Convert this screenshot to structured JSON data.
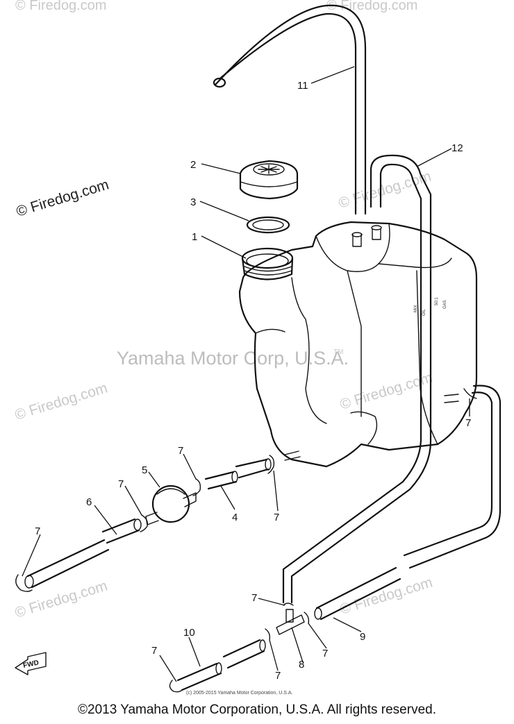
{
  "watermarks": {
    "firedog": "© Firedog.com",
    "center": "Yamaha Motor Corp, U.S.A.",
    "tm": "TM"
  },
  "diagram": {
    "parts": [
      {
        "id": "1",
        "label": "1"
      },
      {
        "id": "2",
        "label": "2"
      },
      {
        "id": "3",
        "label": "3"
      },
      {
        "id": "4",
        "label": "4"
      },
      {
        "id": "5",
        "label": "5"
      },
      {
        "id": "6",
        "label": "6"
      },
      {
        "id": "7",
        "label": "7"
      },
      {
        "id": "8",
        "label": "8"
      },
      {
        "id": "9",
        "label": "9"
      },
      {
        "id": "10",
        "label": "10"
      },
      {
        "id": "11",
        "label": "11"
      },
      {
        "id": "12",
        "label": "12"
      }
    ],
    "fwd_label": "FWD",
    "small_copyright": "(c) 2005-2015 Yamaha Motor Corporation, U.S.A."
  },
  "footer": {
    "copyright": "©2013 Yamaha Motor Corporation, U.S.A. All rights reserved."
  }
}
